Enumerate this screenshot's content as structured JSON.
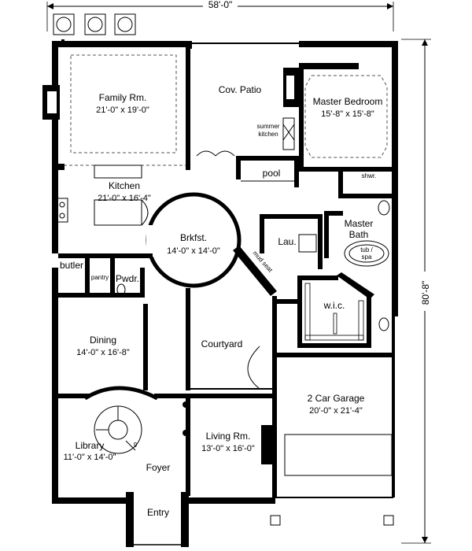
{
  "dimensions": {
    "width": "58'-0\"",
    "depth": "80'-8\""
  },
  "rooms": {
    "family": {
      "name": "Family Rm.",
      "dims": "21'-0\" x 19'-0\""
    },
    "patio": {
      "name": "Cov. Patio"
    },
    "master_bedroom": {
      "name": "Master Bedroom",
      "dims": "15'-8\" x 15'-8\""
    },
    "summer_kitchen": {
      "line1": "summer",
      "line2": "kitchen"
    },
    "pool": {
      "name": "pool"
    },
    "kitchen": {
      "name": "Kitchen",
      "dims": "21'-0\" x 16'-4\""
    },
    "shower": {
      "name": "shwr."
    },
    "brkfst": {
      "name": "Brkfst.",
      "dims": "14'-0\" x 14'-0\""
    },
    "laundry": {
      "name": "Lau."
    },
    "master_bath": {
      "line1": "Master",
      "line2": "Bath"
    },
    "tub": {
      "line1": "tub /",
      "line2": "spa"
    },
    "mud_seat": {
      "name": "mud seat"
    },
    "butler": {
      "name": "butler"
    },
    "pantry": {
      "name": "pantry"
    },
    "powder": {
      "name": "Pwdr."
    },
    "wic": {
      "name": "w.i.c."
    },
    "dining": {
      "name": "Dining",
      "dims": "14'-0\" x 16'-8\""
    },
    "courtyard": {
      "name": "Courtyard"
    },
    "garage": {
      "name": "2 Car Garage",
      "dims": "20'-0\" x 21'-4\""
    },
    "library": {
      "name": "Library",
      "dims": "11'-0\" x 14'-0\""
    },
    "living": {
      "name": "Living Rm.",
      "dims": "13'-0\" x 16'-0\""
    },
    "foyer": {
      "name": "Foyer"
    },
    "entry": {
      "name": "Entry"
    },
    "stair_mark": {
      "name": "9"
    }
  }
}
